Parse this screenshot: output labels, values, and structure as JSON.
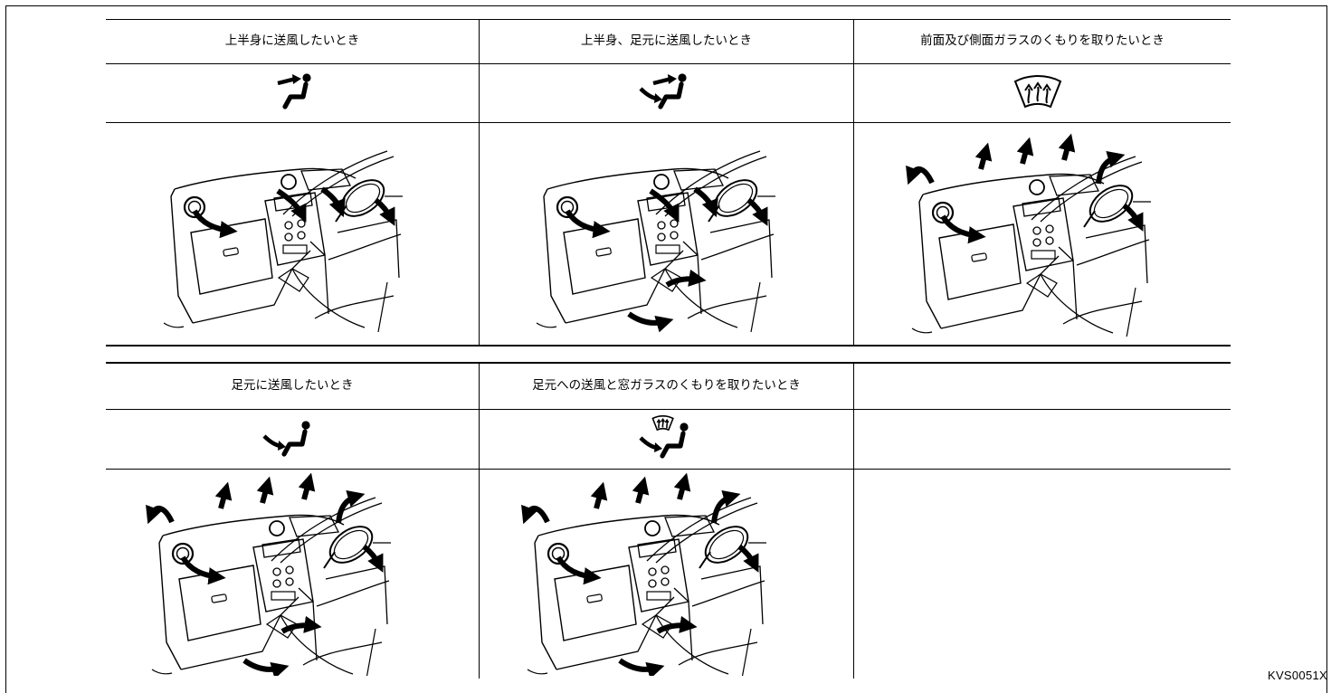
{
  "cells": [
    {
      "caption": "上半身に送風したいとき",
      "mode_icon": "vent-face-icon",
      "illustration": "dashboard-airflow-face"
    },
    {
      "caption": "上半身、足元に送風したいとき",
      "mode_icon": "vent-bilevel-icon",
      "illustration": "dashboard-airflow-bilevel"
    },
    {
      "caption": "前面及び側面ガラスのくもりを取りたいとき",
      "mode_icon": "defrost-icon",
      "illustration": "dashboard-airflow-defrost"
    },
    {
      "caption": "足元に送風したいとき",
      "mode_icon": "vent-foot-icon",
      "illustration": "dashboard-airflow-foot"
    },
    {
      "caption": "足元への送風と窓ガラスのくもりを取りたいとき",
      "mode_icon": "vent-foot-defrost-icon",
      "illustration": "dashboard-airflow-foot-defrost"
    }
  ],
  "figure_id": "KVS0051X"
}
